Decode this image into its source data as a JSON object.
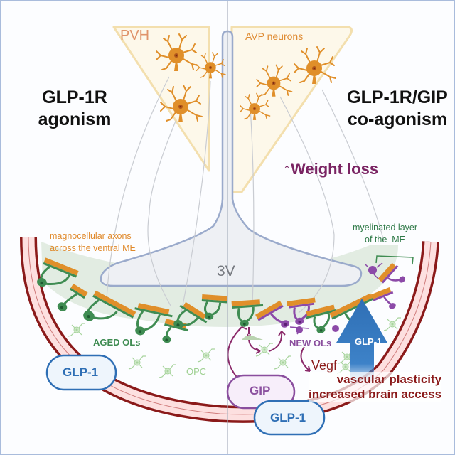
{
  "left_panel": {
    "title_line1": "GLP-1R",
    "title_line2": "agonism",
    "region_label": "PVH",
    "axon_label_line1": "magnocellular axons",
    "axon_label_line2": "across the ventral ME",
    "cells_label": "AGED OLs",
    "progenitor_label": "OPC",
    "hormone_badge": "GLP-1"
  },
  "right_panel": {
    "title_line1": "GLP-1R/GIP",
    "title_line2": "co-agonism",
    "region_label": "AVP neurons",
    "outcome_arrow": "↑",
    "outcome_label": "Weight loss",
    "layer_label_line1": "myelinated layer",
    "layer_label_line2": "of the  ME",
    "cells_label": "NEW OLs",
    "factor_label": "Vegf",
    "vascular_line1": "vascular plasticity",
    "vascular_line2": "increased brain access",
    "arrow_label": "GLP-1",
    "badge_gip": "GIP",
    "badge_glp1": "GLP-1"
  },
  "center": {
    "ventricle_label": "3V"
  },
  "colors": {
    "neuron": "#e08f2a",
    "region_fill": "#fdf7e8",
    "region_border": "#f3dfae",
    "aged_ol": "#3f8c52",
    "new_ol": "#8c4aa8",
    "myelin_band": "#dfeadf",
    "vessel_dark": "#8b1a1a",
    "vessel_fill": "#fde0e0",
    "glp1_blue": "#2f6fb5",
    "glp1_fill": "#eef5fc",
    "gip_purple": "#8a4e9e",
    "gip_fill": "#f7eefa",
    "weight_loss": "#7a2463",
    "ventricle_border": "#9aaacb",
    "ventricle_fill": "#eef0f4",
    "divider": "#a9b0bd"
  }
}
